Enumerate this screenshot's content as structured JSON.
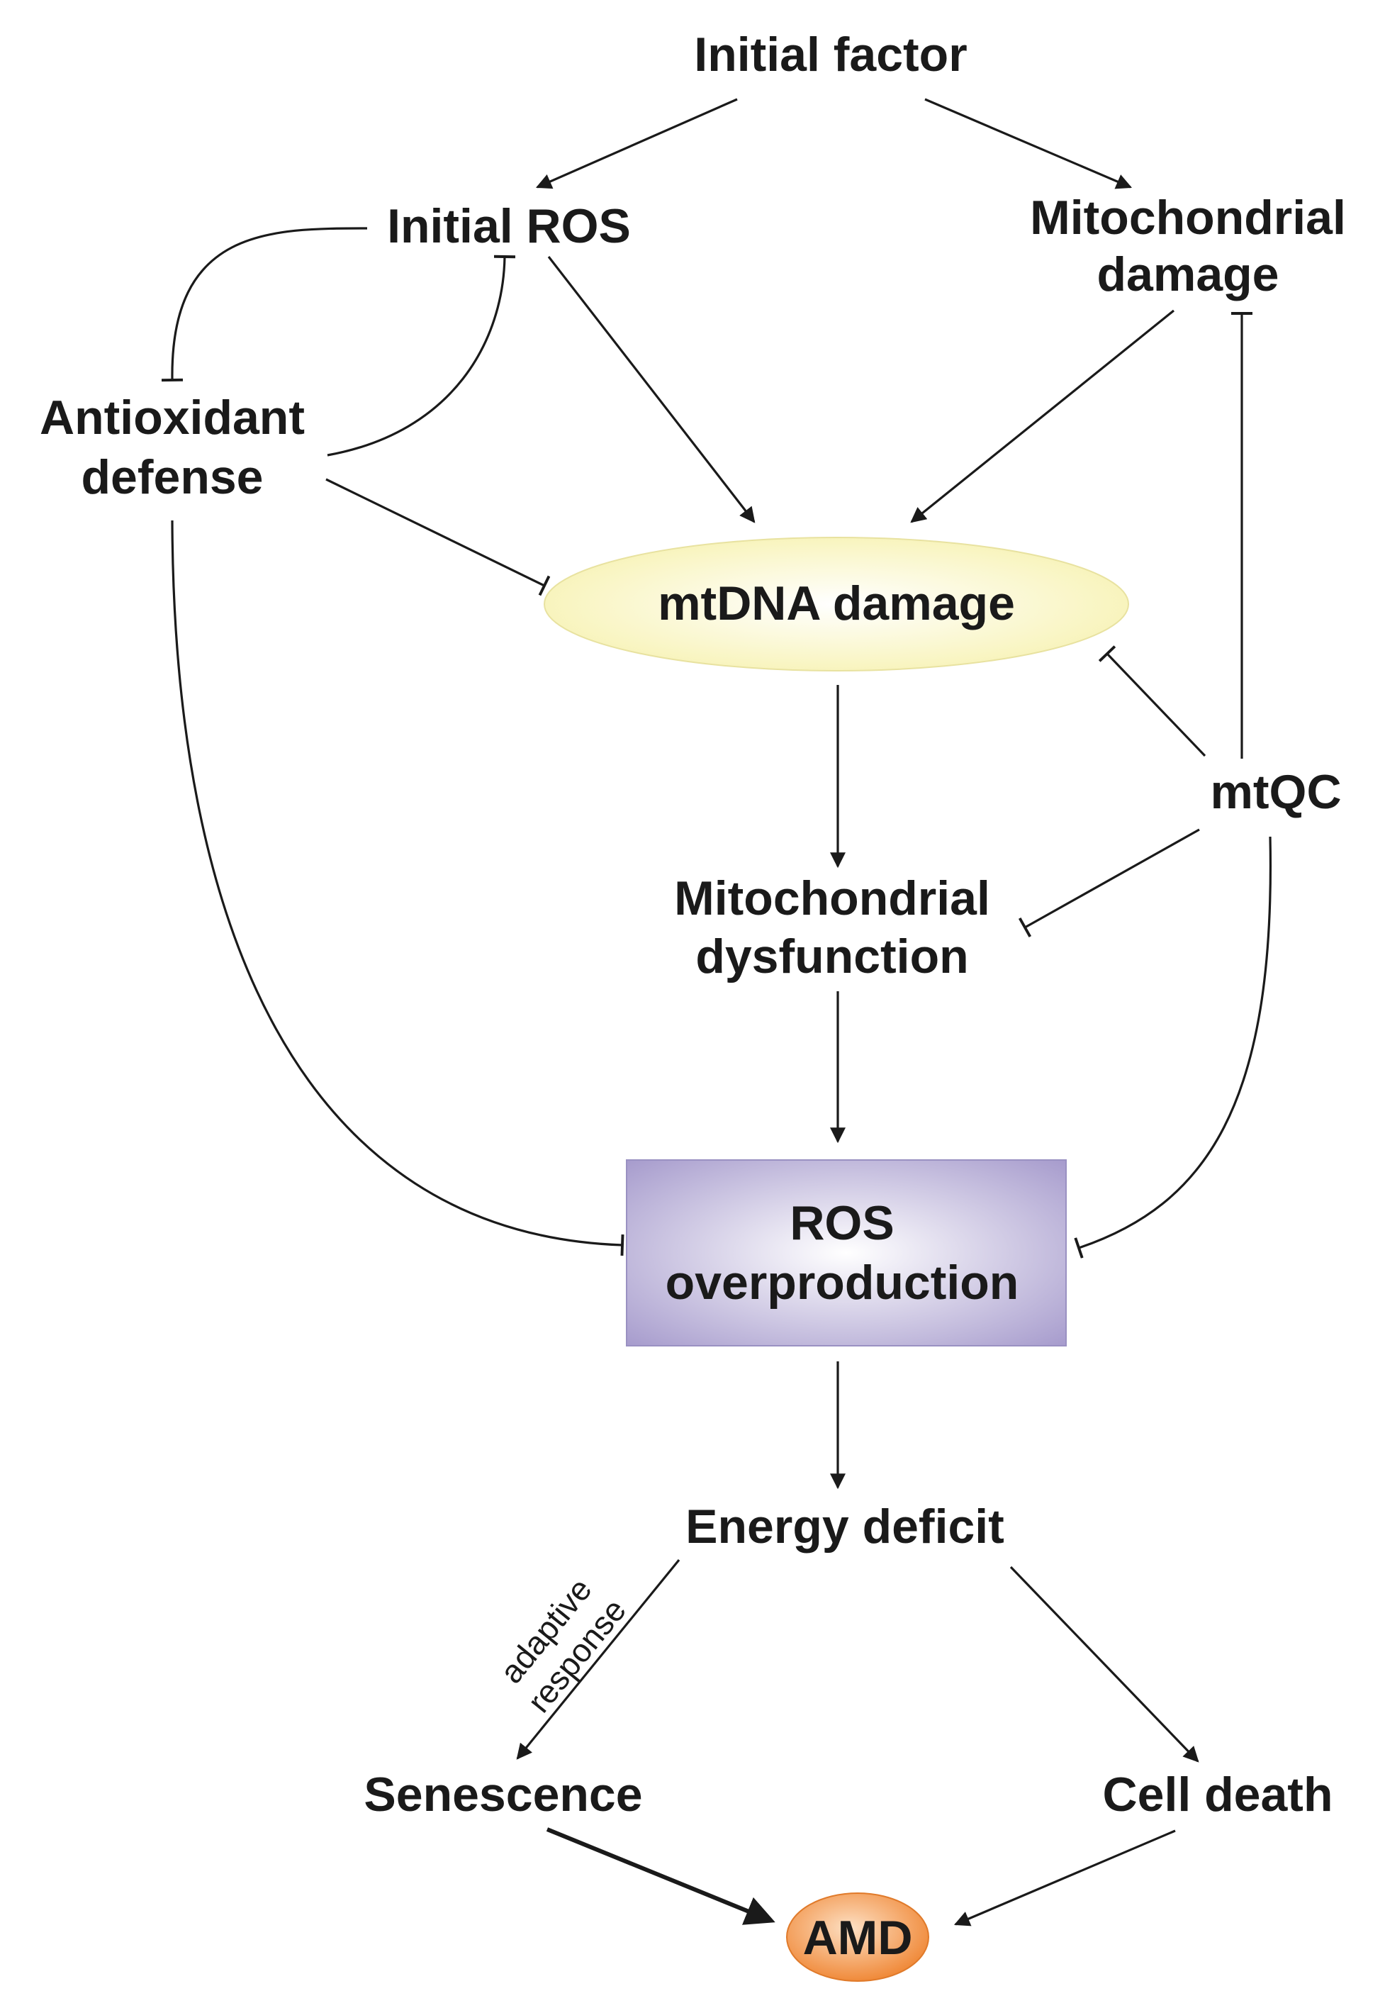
{
  "nodes": {
    "initial_factor": "Initial factor",
    "initial_ros": "Initial ROS",
    "mito_damage_1": "Mitochondrial",
    "mito_damage_2": "damage",
    "antioxidant_1": "Antioxidant",
    "antioxidant_2": "defense",
    "mtdna_damage": "mtDNA damage",
    "mtqc": "mtQC",
    "mito_dysfunction_1": "Mitochondrial",
    "mito_dysfunction_2": "dysfunction",
    "ros_over_1": "ROS",
    "ros_over_2": "overproduction",
    "energy_deficit": "Energy deficit",
    "senescence": "Senescence",
    "cell_death": "Cell death",
    "amd": "AMD"
  },
  "edge_labels": {
    "adaptive": "adaptive",
    "response": "response"
  },
  "colors": {
    "ellipse_fill": "#fbf8c8",
    "box_fill": "#b3a9d6",
    "amd_fill": "#f7a25a",
    "line": "#1a1a1a"
  }
}
